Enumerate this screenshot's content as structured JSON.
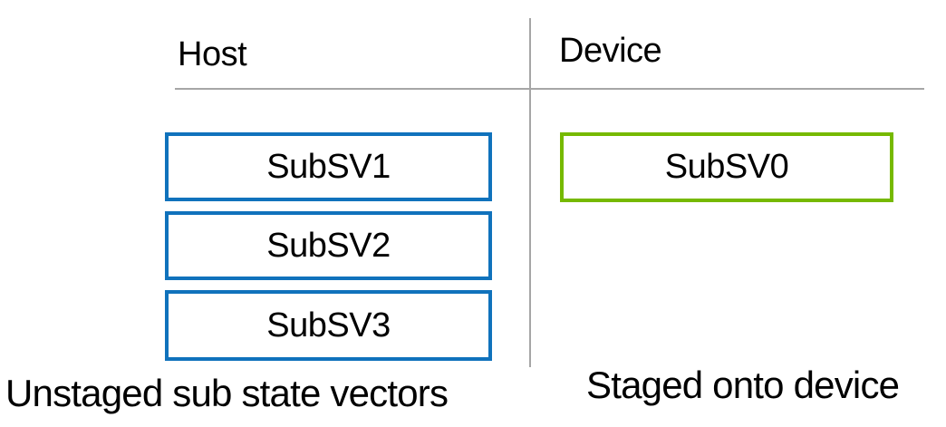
{
  "host": {
    "label": "Host",
    "caption": "Unstaged sub state vectors",
    "boxes": [
      {
        "label": "SubSV1"
      },
      {
        "label": "SubSV2"
      },
      {
        "label": "SubSV3"
      }
    ]
  },
  "device": {
    "label": "Device",
    "caption": "Staged onto device",
    "boxes": [
      {
        "label": "SubSV0"
      }
    ]
  },
  "colors": {
    "host_box_border": "#1072bc",
    "device_box_border": "#76b900",
    "divider_line": "#a6a6a6",
    "text": "#000000"
  }
}
